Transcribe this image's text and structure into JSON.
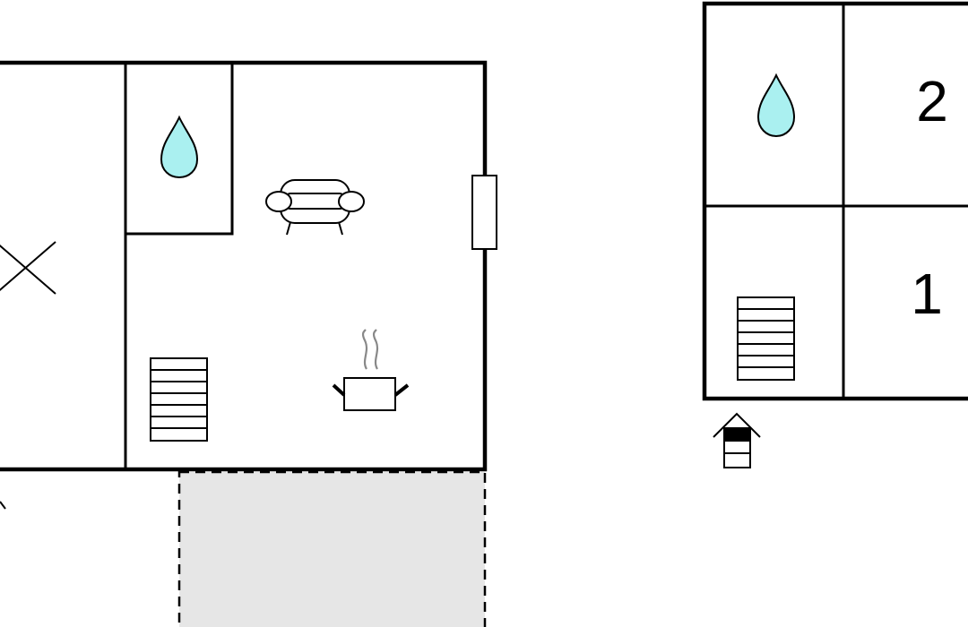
{
  "floors": [
    {
      "id": "ground-floor",
      "icons": [
        "bathroom-icon",
        "sofa-icon",
        "cooking-pot-icon",
        "staircase-icon",
        "bed-cross-icon"
      ],
      "terrace": "dashed-grey"
    },
    {
      "id": "upper-floor",
      "icons": [
        "bathroom-icon",
        "staircase-icon",
        "entrance-house-icon"
      ],
      "rooms": [
        {
          "label": "2"
        },
        {
          "label": "1"
        }
      ]
    }
  ],
  "colors": {
    "water_drop": "#aaf0f0",
    "terrace_fill": "#e6e6e6",
    "wall": "#000000",
    "steam": "#808080"
  }
}
